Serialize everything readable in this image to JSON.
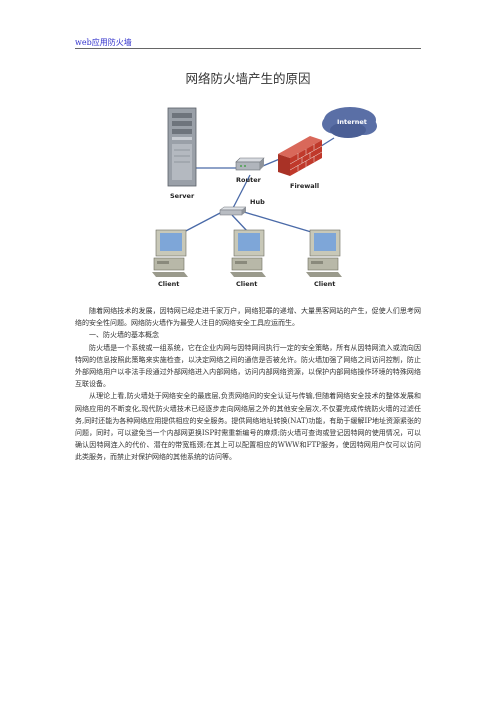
{
  "header": {
    "link_text": "web应用防火墙"
  },
  "page_title": "网络防火墙产生的原因",
  "diagram": {
    "labels": {
      "internet": "Internet",
      "firewall": "Firewall",
      "router": "Router",
      "server": "Server",
      "hub": "Hub",
      "client": "Client"
    },
    "colors": {
      "firewall_brick": "#c0392b",
      "cable": "#4a6aa8",
      "client_chassis": "#b8b8a8"
    }
  },
  "body": {
    "paragraphs": [
      "随着网络技术的发展，因特网已经走进千家万户，网络犯罪的递增、大量黑客网站的产生，促使人们思考网络的安全性问题。网络防火墙作为最受人注目的网络安全工具应运而生。",
      "一、防火墙的基本概念",
      "防火墙是一个系统或一组系统，它在企业内网与因特网间执行一定的安全策略，所有从因特网流入或流向因特网的信息按照此策略来实施检查，以决定网络之间的通信是否被允许。防火墙加强了网络之间访问控制，防止外部网络用户以非法手段通过外部网络进入内部网络，访问内部网络资源，以保护内部网络操作环境的特殊网络互联设备。",
      "从理论上看,防火墙处于网络安全的最底层,负责网络间的安全认证与传输,但随着网络安全技术的整体发展和网络应用的不断变化,现代防火墙技术已经逐步走向网络层之外的其他安全层次,不仅要完成传统防火墙的过滤任务,同时还能为各种网络应用提供相应的安全服务。提供网络地址转换(NAT)功能，有助于缓解IP地址资源紧张的问题，同时，可以避免当一个内部网更换ISP时需重新编号的麻烦;防火墙可查询或登记因特网的使用情况，可以确认因特网连入的代价、潜在的带宽瓶颈;在其上可以配置相应的WWW和FTP服务，使因特网用户仅可以访问此类服务，而禁止对保护网络的其他系统的访问等。"
    ]
  }
}
